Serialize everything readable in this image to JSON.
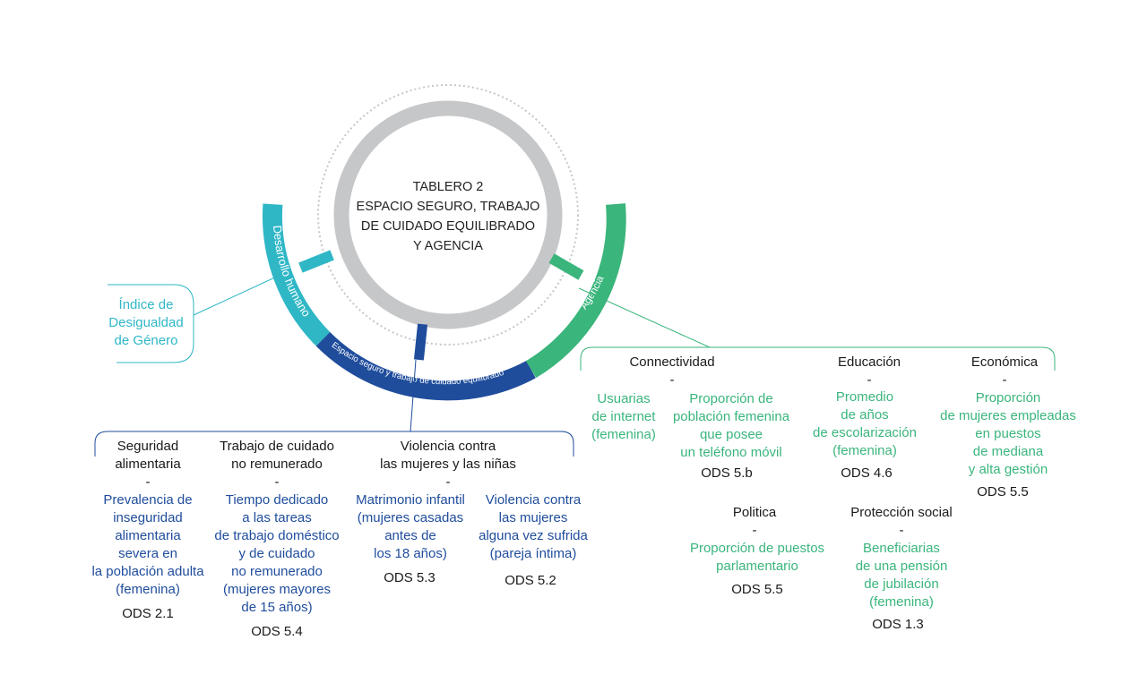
{
  "center": {
    "lines": [
      "TABLERO 2",
      "ESPACIO SEGURO, TRABAJO",
      "DE CUIDADO EQUILIBRADO",
      "Y AGENCIA"
    ]
  },
  "arc_labels": {
    "human": "Desarrollo humano",
    "agency": "Agencia",
    "safe": "Espacio seguro y trabajo de cuidado equilibrado"
  },
  "colors": {
    "teal": "#2fb7c6",
    "navy": "#1f4d9c",
    "green": "#3ab57c",
    "gray": "#c6c7c9",
    "dark": "#1a1a1a"
  },
  "index_box": {
    "lines": [
      "Índice de",
      "Desigualdad",
      "de Género"
    ]
  },
  "safe_space": {
    "food": {
      "title": [
        "Seguridad",
        "alimentaria"
      ],
      "dash": "-",
      "indicator": [
        "Prevalencia de",
        "inseguridad",
        "alimentaria",
        "severa en",
        "la población adulta",
        "(femenina)"
      ],
      "ods": "ODS 2.1"
    },
    "care": {
      "title": [
        "Trabajo de cuidado",
        "no remunerado"
      ],
      "dash": "-",
      "indicator": [
        "Tiempo dedicado",
        "a las tareas",
        "de trabajo doméstico",
        "y de cuidado",
        "no remunerado",
        "(mujeres mayores",
        "de 15 años)"
      ],
      "ods": "ODS 5.4"
    },
    "violence": {
      "title": [
        "Violencia contra",
        "las mujeres y las niñas"
      ],
      "dash": "-",
      "indicator_a": [
        "Matrimonio infantil",
        "(mujeres casadas",
        "antes de",
        "los 18 años)"
      ],
      "ods_a": "ODS 5.3",
      "indicator_b": [
        "Violencia contra",
        "las mujeres",
        "alguna vez sufrida",
        "(pareja íntima)"
      ],
      "ods_b": "ODS 5.2"
    }
  },
  "agency": {
    "connectivity": {
      "title": "Connectividad",
      "dash": "-",
      "indicator_a": [
        "Usuarias",
        "de internet",
        "(femenina)"
      ],
      "indicator_b": [
        "Proporción de",
        "población femenina",
        "que posee",
        "un teléfono móvil"
      ],
      "ods": "ODS 5.b"
    },
    "education": {
      "title": "Educación",
      "dash": "-",
      "indicator": [
        "Promedio",
        "de años",
        "de escolarización",
        "(femenina)"
      ],
      "ods": "ODS 4.6"
    },
    "economic": {
      "title": "Económica",
      "dash": "-",
      "indicator": [
        "Proporción",
        "de mujeres empleadas",
        "en puestos",
        "de mediana",
        "y alta gestión"
      ],
      "ods": "ODS 5.5"
    },
    "political": {
      "title": "Politica",
      "dash": "-",
      "indicator": [
        "Proporción de puestos",
        "parlamentario"
      ],
      "ods": "ODS 5.5"
    },
    "social": {
      "title": "Protección social",
      "dash": "-",
      "indicator": [
        "Beneficiarias",
        "de una pensión",
        "de jubilación",
        "(femenina)"
      ],
      "ods": "ODS 1.3"
    }
  }
}
